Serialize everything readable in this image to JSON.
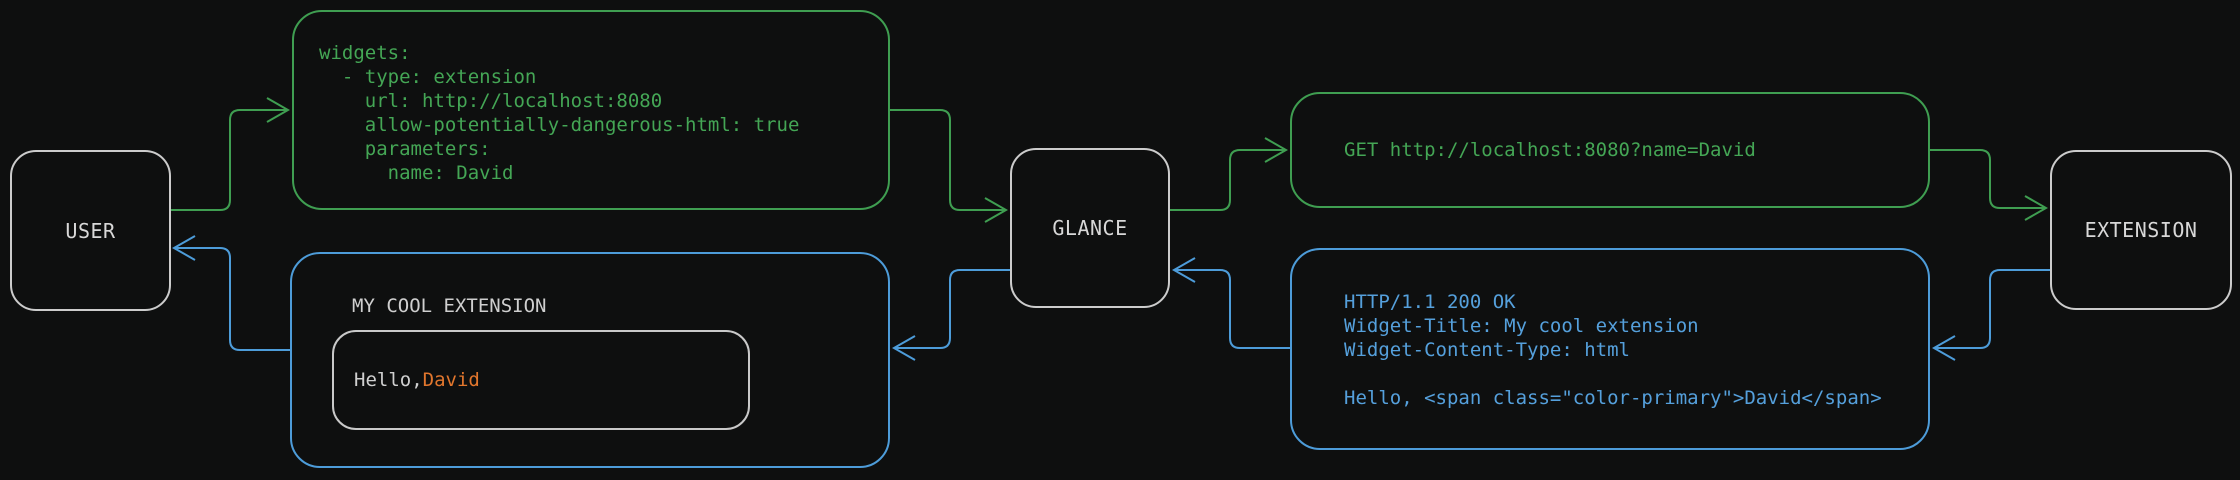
{
  "colors": {
    "background": "#0e0f0f",
    "green": "#3f9e51",
    "blue": "#4d9cd9",
    "gray_border": "#cccccc",
    "node_text": "#d8d8d8",
    "orange": "#e1762d"
  },
  "nodes": {
    "user": "USER",
    "glance": "GLANCE",
    "extension": "EXTENSION"
  },
  "config_box": {
    "code": "widgets:\n  - type: extension\n    url: http://localhost:8080\n    allow-potentially-dangerous-html: true\n    parameters:\n      name: David"
  },
  "request_box": {
    "text": "GET http://localhost:8080?name=David"
  },
  "response_box": {
    "code": "HTTP/1.1 200 OK\nWidget-Title: My cool extension\nWidget-Content-Type: html\n\nHello, <span class=\"color-primary\">David</span>"
  },
  "widget_box": {
    "title": "MY COOL EXTENSION",
    "greeting_prefix": "Hello, ",
    "greeting_name": "David"
  }
}
